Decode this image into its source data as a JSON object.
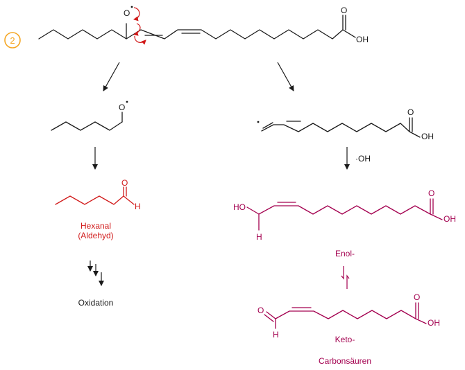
{
  "step_number": "2",
  "colors": {
    "black": "#1a1a1a",
    "red": "#d11a1a",
    "purple": "#a3004f",
    "orange": "#f5a623"
  },
  "top_molecule": {
    "o": "O",
    "oh": "OH",
    "o_carbonyl": "O"
  },
  "left_branch": {
    "alkoxy_o": "O",
    "aldehyde_o": "O",
    "aldehyde_h": "H",
    "hexanal_label": "Hexanal",
    "aldehyd_label": "(Aldehyd)",
    "oxidation_label": "Oxidation"
  },
  "right_branch": {
    "acid_o": "O",
    "acid_oh": "OH",
    "reagent": "·OH",
    "enol_ho": "HO",
    "enol_h": "H",
    "enol_acid_o": "O",
    "enol_acid_oh": "OH",
    "enol_label": "Enol-",
    "keto_o": "O",
    "keto_h": "H",
    "keto_acid_o": "O",
    "keto_acid_oh": "OH",
    "keto_label": "Keto-",
    "carbonsaeuren_label": "Carbonsäuren"
  }
}
